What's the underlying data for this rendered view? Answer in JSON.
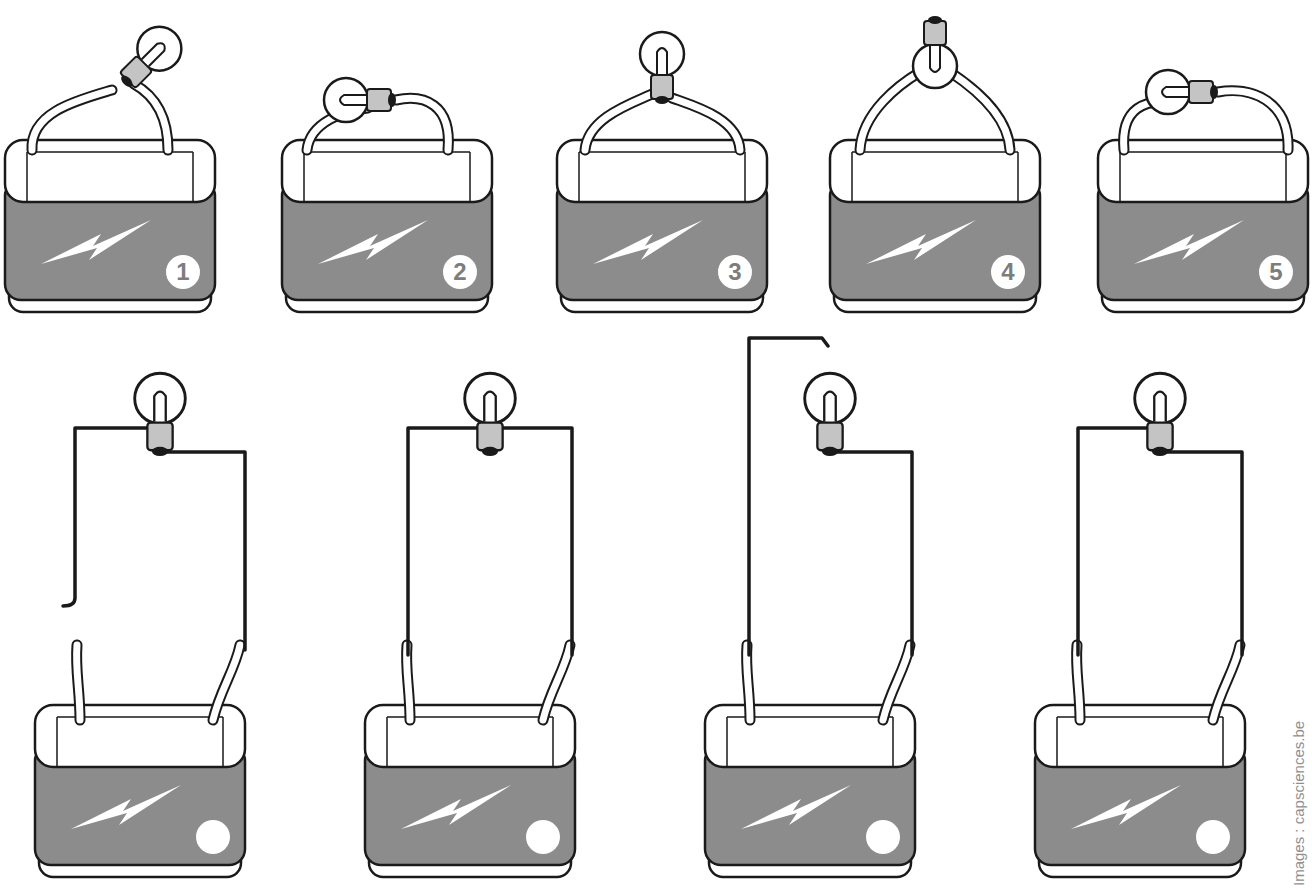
{
  "diagram": {
    "labels": [
      "1",
      "2",
      "3",
      "4",
      "5",
      "Images : capsciences.be"
    ]
  }
}
